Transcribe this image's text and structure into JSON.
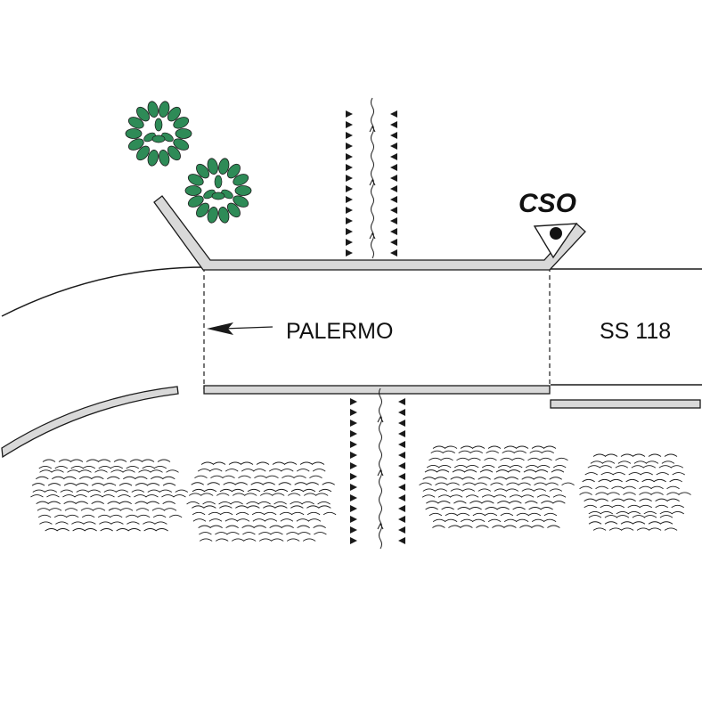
{
  "labels": {
    "direction": "PALERMO",
    "road": "SS 118",
    "monitor": "CSO"
  },
  "colors": {
    "line": "#1a1a1a",
    "guardrail_fill": "#d9d9d9",
    "vegetation": "#2e8b57",
    "background": "#ffffff"
  },
  "icons": {
    "tree": "tree-icon",
    "monitor_station": "monitoring-station-icon",
    "direction_arrow": "arrow-left-icon"
  }
}
